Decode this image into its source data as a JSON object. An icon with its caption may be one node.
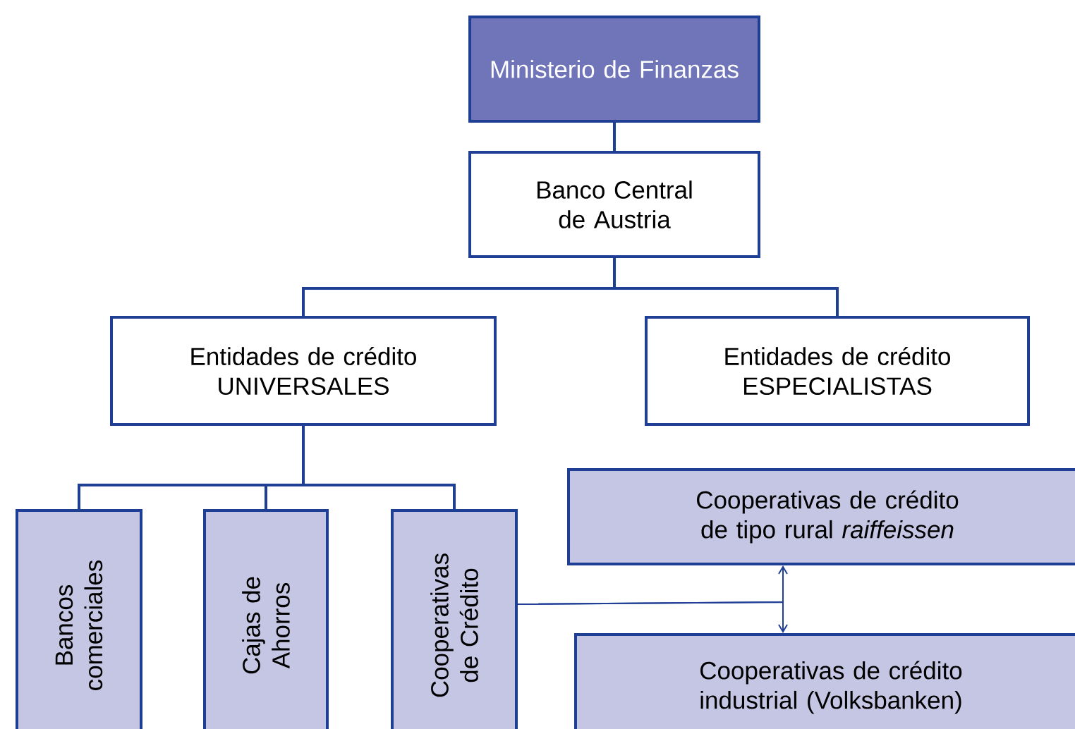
{
  "diagram": {
    "nodes": [
      {
        "text": [
          "Ministerio de Finanzas"
        ]
      },
      {
        "text": [
          "Banco Central de Austria"
        ]
      },
      {
        "text": [
          "Entidades de crédito UNIVERSALES"
        ]
      },
      {
        "text": [
          "Entidades de crédito ESPECIALISTAS"
        ]
      },
      {
        "text": [
          "Bancos comerciales"
        ]
      },
      {
        "text": [
          "Cajas de Ahorros"
        ]
      },
      {
        "text": [
          "Cooperativas de Crédito"
        ]
      },
      {
        "text": [
          "Cooperativas de crédito de tipo rural *raiffeissen*"
        ]
      },
      {
        "text": [
          "Cooperativas de crédito industrial (Volksbanken)"
        ]
      }
    ],
    "edges": [
      {
        "from": 0,
        "to": 1,
        "arrow": "none"
      },
      {
        "from": 1,
        "to": 2,
        "arrow": "none"
      },
      {
        "from": 1,
        "to": 3,
        "arrow": "none"
      },
      {
        "from": 2,
        "to": 4,
        "arrow": "none"
      },
      {
        "from": 2,
        "to": 5,
        "arrow": "none"
      },
      {
        "from": 2,
        "to": 6,
        "arrow": "none"
      },
      {
        "from": 6,
        "to": 7,
        "arrow": "to"
      },
      {
        "from": 6,
        "to": 8,
        "arrow": "to"
      }
    ]
  }
}
